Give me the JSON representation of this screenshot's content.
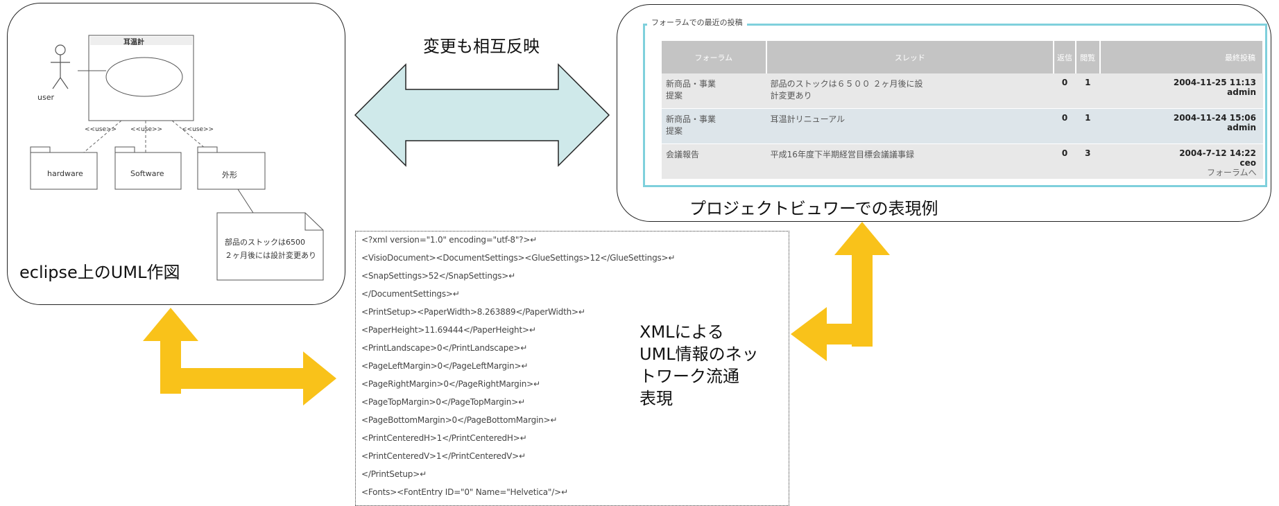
{
  "top_label": "変更も相互反映",
  "uml": {
    "caption": "eclipse上のUML作図",
    "system_name": "耳温計",
    "actor": "user",
    "stereotype": "<<use>>",
    "packages": [
      "hardware",
      "Software",
      "外形"
    ],
    "note_lines": [
      "部品のストックは6500",
      "２ヶ月後には設計変更あり"
    ]
  },
  "viewer": {
    "caption": "プロジェクトビュワーでの表現例",
    "legend": "フォーラムでの最近の投稿",
    "columns": [
      "フォーラム",
      "スレッド",
      "返信",
      "閲覧",
      "最終投稿"
    ],
    "rows": [
      {
        "forum": [
          "新商品・事業",
          "提案"
        ],
        "thread": [
          "部品のストックは６５００ ２ヶ月後に設",
          "計変更あり"
        ],
        "replies": "0",
        "views": "1",
        "date": "2004-11-25 11:13",
        "user": "admin"
      },
      {
        "forum": [
          "新商品・事業",
          "提案"
        ],
        "thread": [
          "耳温計リニューアル"
        ],
        "replies": "0",
        "views": "1",
        "date": "2004-11-24 15:06",
        "user": "admin"
      },
      {
        "forum": [
          "会議報告"
        ],
        "thread": [
          "平成16年度下半期経営目標会議議事録"
        ],
        "replies": "0",
        "views": "3",
        "date": "2004-7-12 14:22",
        "user": "ceo"
      }
    ],
    "forum_link": "フォーラムへ"
  },
  "xml": {
    "lines": [
      "<?xml version=\"1.0\" encoding=\"utf-8\"?>↵",
      "<VisioDocument><DocumentSettings><GlueSettings>12</GlueSettings>↵",
      "<SnapSettings>52</SnapSettings>↵",
      "</DocumentSettings>↵",
      "<PrintSetup><PaperWidth>8.263889</PaperWidth>↵",
      "<PaperHeight>11.69444</PaperHeight>↵",
      "<PrintLandscape>0</PrintLandscape>↵",
      "<PageLeftMargin>0</PageLeftMargin>↵",
      "<PageRightMargin>0</PageRightMargin>↵",
      "<PageTopMargin>0</PageTopMargin>↵",
      "<PageBottomMargin>0</PageBottomMargin>↵",
      "<PrintCenteredH>1</PrintCenteredH>↵",
      "<PrintCenteredV>1</PrintCenteredV>↵",
      "</PrintSetup>↵",
      "<Fonts><FontEntry ID=\"0\" Name=\"Helvetica\"/>↵"
    ],
    "caption_lines": [
      "XMLによる",
      "UML情報のネッ",
      "トワーク流通",
      "表現"
    ]
  },
  "colors": {
    "double_arrow_fill": "#cfe9ea",
    "yellow_arrow": "#f9c21a",
    "forum_border": "#7fd0dc",
    "table_header": "#c4c4c4"
  }
}
